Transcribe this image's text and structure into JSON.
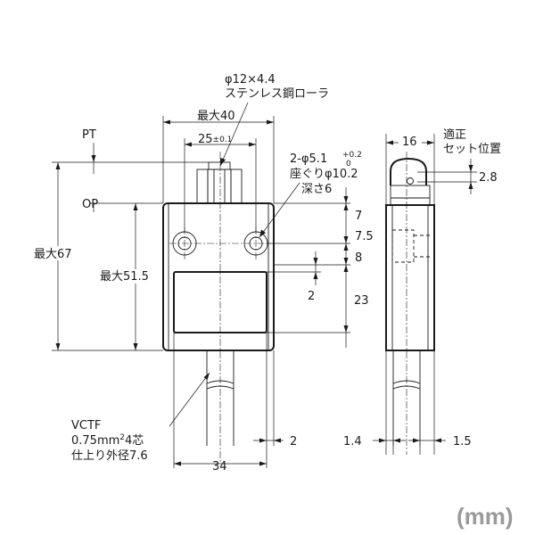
{
  "front": {
    "roller_spec_line1": "φ12×4.4",
    "roller_spec_line2": "ステンレス鋼ローラ",
    "pt": "PT",
    "op": "OP",
    "width_max": "最大40",
    "hole_pitch": "25",
    "hole_pitch_tol": "±0.1",
    "hole_spec_line1": "2-φ5.1",
    "hole_tol_upper": "+0.2",
    "hole_tol_lower": "0",
    "hole_spec_line2": "座ぐりφ10.2",
    "hole_spec_line3": "深さ6",
    "height_max_total": "最大67",
    "height_max_body": "最大51.5",
    "dim_7": "7",
    "dim_7_5": "7.5",
    "dim_8": "8",
    "dim_2_window": "2",
    "dim_23": "23",
    "dim_2_bottom": "2",
    "dim_34": "34",
    "cable_line1": "VCTF",
    "cable_line2": "0.75mm",
    "cable_line2_sup": "2",
    "cable_line2_end": "4芯",
    "cable_line3": "仕上り外径7.6"
  },
  "side": {
    "dim_16": "16",
    "setting_line1": "適正",
    "setting_line2": "セット位置",
    "dim_2_8": "2.8",
    "dim_1_4": "1.4",
    "dim_1_5": "1.5"
  },
  "unit_label": "(mm)"
}
